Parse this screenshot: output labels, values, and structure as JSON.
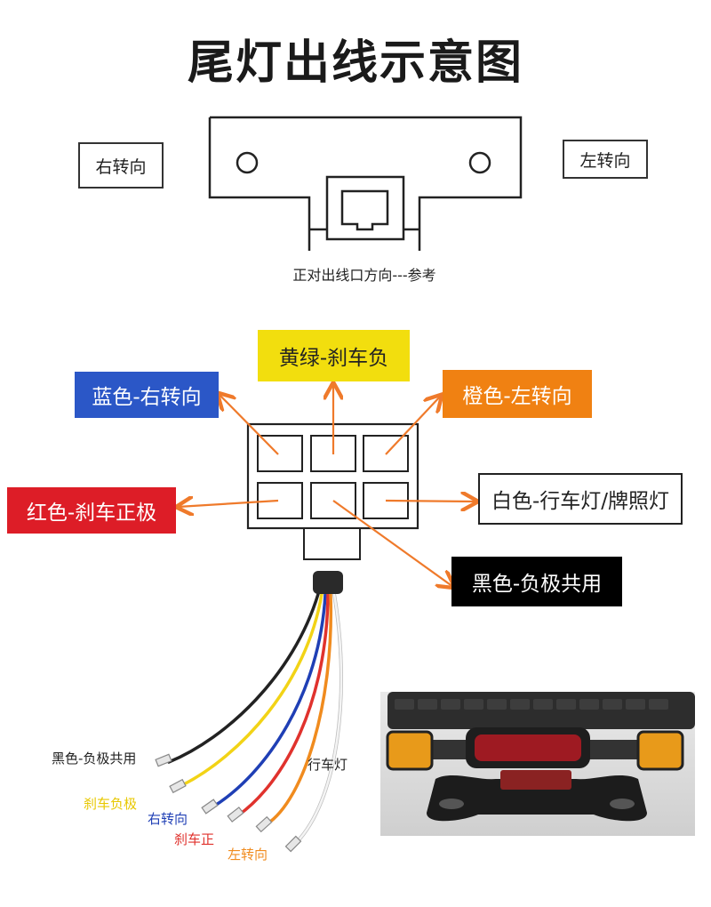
{
  "title": "尾灯出线示意图",
  "top_view": {
    "right_label": "右转向",
    "left_label": "左转向",
    "caption": "正对出线口方向---参考"
  },
  "pin_labels": {
    "yellow_green": "黄绿-刹车负",
    "blue": "蓝色-右转向",
    "orange": "橙色-左转向",
    "red": "红色-刹车正极",
    "white": "白色-行车灯/牌照灯",
    "black": "黑色-负极共用"
  },
  "wire_labels": {
    "black": "黑色-负极共用",
    "brake_neg": "刹车负极",
    "right": "右转向",
    "brake_pos": "刹车正",
    "left": "左转向",
    "running": "行车灯"
  },
  "colors": {
    "arrow": "#ef7a2b",
    "blue_tag": "#2b57c7",
    "yellow_tag": "#f2de0e",
    "orange_tag": "#f08112",
    "red_tag": "#dd1d27",
    "black_tag": "#000000",
    "wire_black": "#222222",
    "wire_yellow": "#f2d316",
    "wire_blue": "#1f3fb5",
    "wire_red": "#e0322d",
    "wire_orange": "#f08b1e",
    "wire_white": "#f4f4f4",
    "label_yellow": "#e8c800",
    "label_blue": "#1f3fb5",
    "label_red": "#e0322d",
    "label_orange": "#f08b1e"
  }
}
